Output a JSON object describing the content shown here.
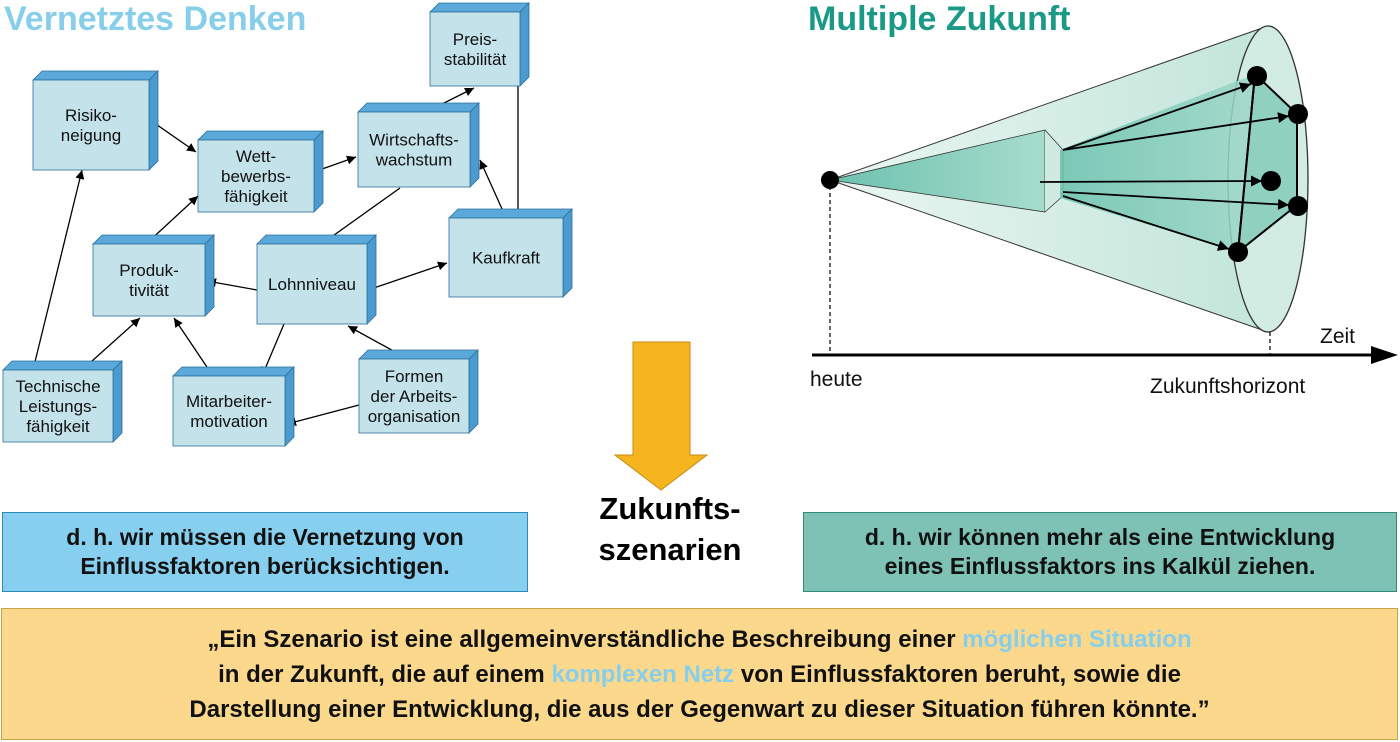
{
  "left_title": "Vernetztes Denken",
  "right_title": "Multiple Zukunft",
  "network": {
    "risiko": [
      "Risiko-",
      "neigung"
    ],
    "wett": [
      "Wett-",
      "bewerbs-",
      "fähigkeit"
    ],
    "preis": [
      "Preis-",
      "stabilität"
    ],
    "wirtschaft": [
      "Wirtschafts-",
      "wachstum"
    ],
    "produkt": [
      "Produk-",
      "tivität"
    ],
    "lohn": [
      "Lohnniveau"
    ],
    "kaufkraft": [
      "Kaufkraft"
    ],
    "technik": [
      "Technische",
      "Leistungs-",
      "fähigkeit"
    ],
    "mitarbeiter": [
      "Mitarbeiter-",
      "motivation"
    ],
    "formen": [
      "Formen",
      "der Arbeits-",
      "organisation"
    ]
  },
  "timeline": {
    "axis_label": "Zeit",
    "start_label": "heute",
    "horizon_label": "Zukunftshorizont"
  },
  "center": {
    "line1": "Zukunfts-",
    "line2": "szenarien",
    "arrow_color": "#f6b51e"
  },
  "left_note": {
    "line1": "d. h. wir müssen die Vernetzung von",
    "line2": "Einflussfaktoren berücksichtigen."
  },
  "right_note": {
    "line1": "d. h. wir können mehr als eine Entwicklung",
    "line2": "eines Einflussfaktors ins Kalkül ziehen."
  },
  "quote": {
    "l1a": "„Ein Szenario ist eine allgemeinverständliche Beschreibung einer ",
    "l1b": "möglichen Situation",
    "l2a": "in der Zukunft, die auf einem ",
    "l2b": "komplexen Netz",
    "l2c": " von Einflussfaktoren beruht, sowie die",
    "l3": "Darstellung einer Entwicklung, die aus der Gegenwart zu dieser Situation führen könnte.”"
  },
  "colors": {
    "left_accent": "#87ceeb",
    "right_accent": "#1a9a86",
    "node_fill": "#c3e2ea",
    "node_side": "#5aa9da",
    "quote_bg": "#fbd88c"
  }
}
